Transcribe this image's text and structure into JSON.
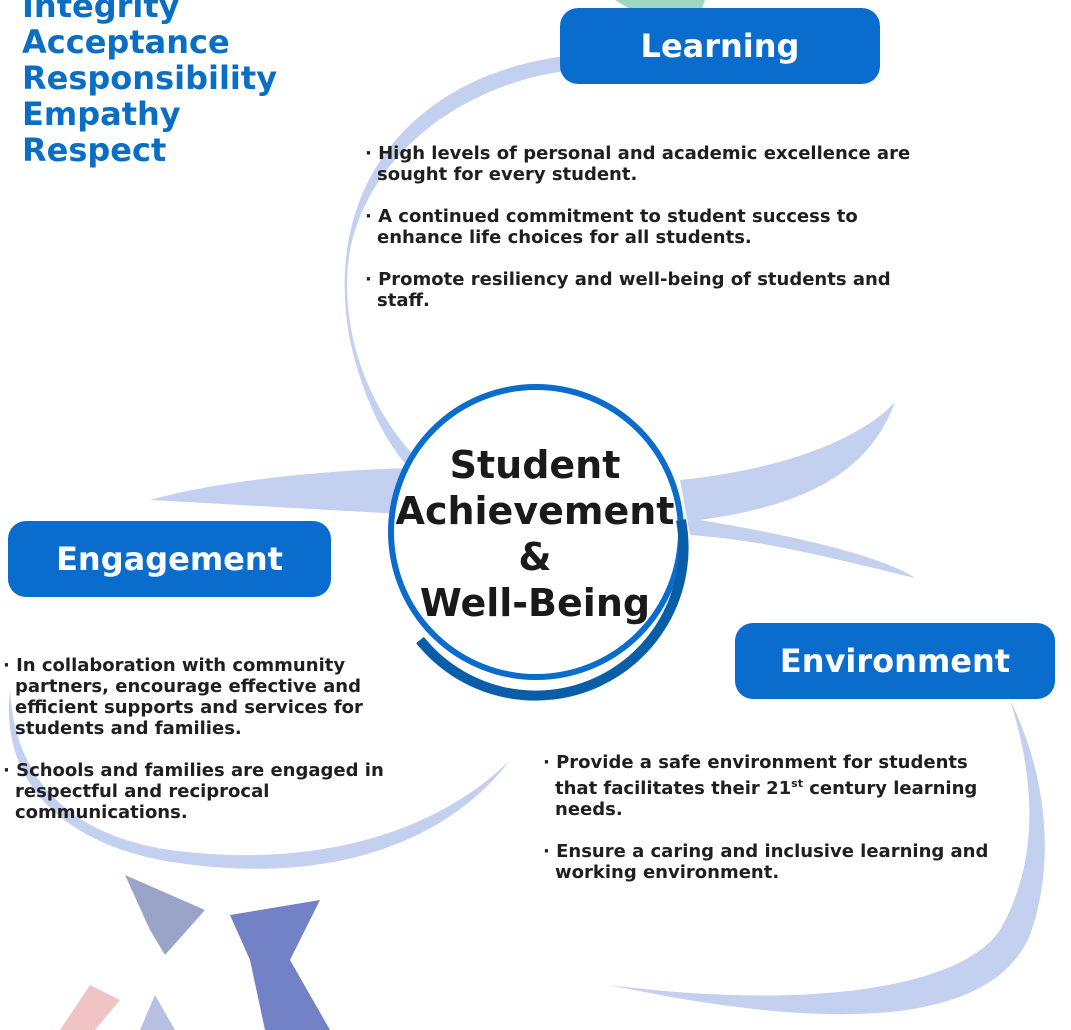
{
  "values": [
    "Integrity",
    "Acceptance",
    "Responsibility",
    "Empathy",
    "Respect"
  ],
  "center": {
    "line1": "Student",
    "line2": "Achievement",
    "line3": "&",
    "line4": "Well-Being"
  },
  "learning": {
    "title": "Learning",
    "bullets": [
      "· High levels of personal and academic excellence are sought for every student.",
      "· A continued commitment to student success to enhance life choices for all students.",
      "· Promote resiliency and well-being  of students and staff."
    ]
  },
  "engagement": {
    "title": "Engagement",
    "bullets": [
      "· In collaboration with community partners, encourage effective and efficient supports and services for students and families.",
      "· Schools and families are engaged in respectful and reciprocal communications."
    ]
  },
  "environment": {
    "title": "Environment",
    "bullet1_pre": "· Provide a safe environment for students that facilitates their 21",
    "bullet1_sup": "st",
    "bullet1_post": " century learning needs.",
    "bullet2": "· Ensure a caring and inclusive learning and working environment."
  },
  "colors": {
    "brand_blue": "#0a6ccd",
    "values_blue": "#0a6fc4",
    "swoosh": "#c3d0ef"
  }
}
